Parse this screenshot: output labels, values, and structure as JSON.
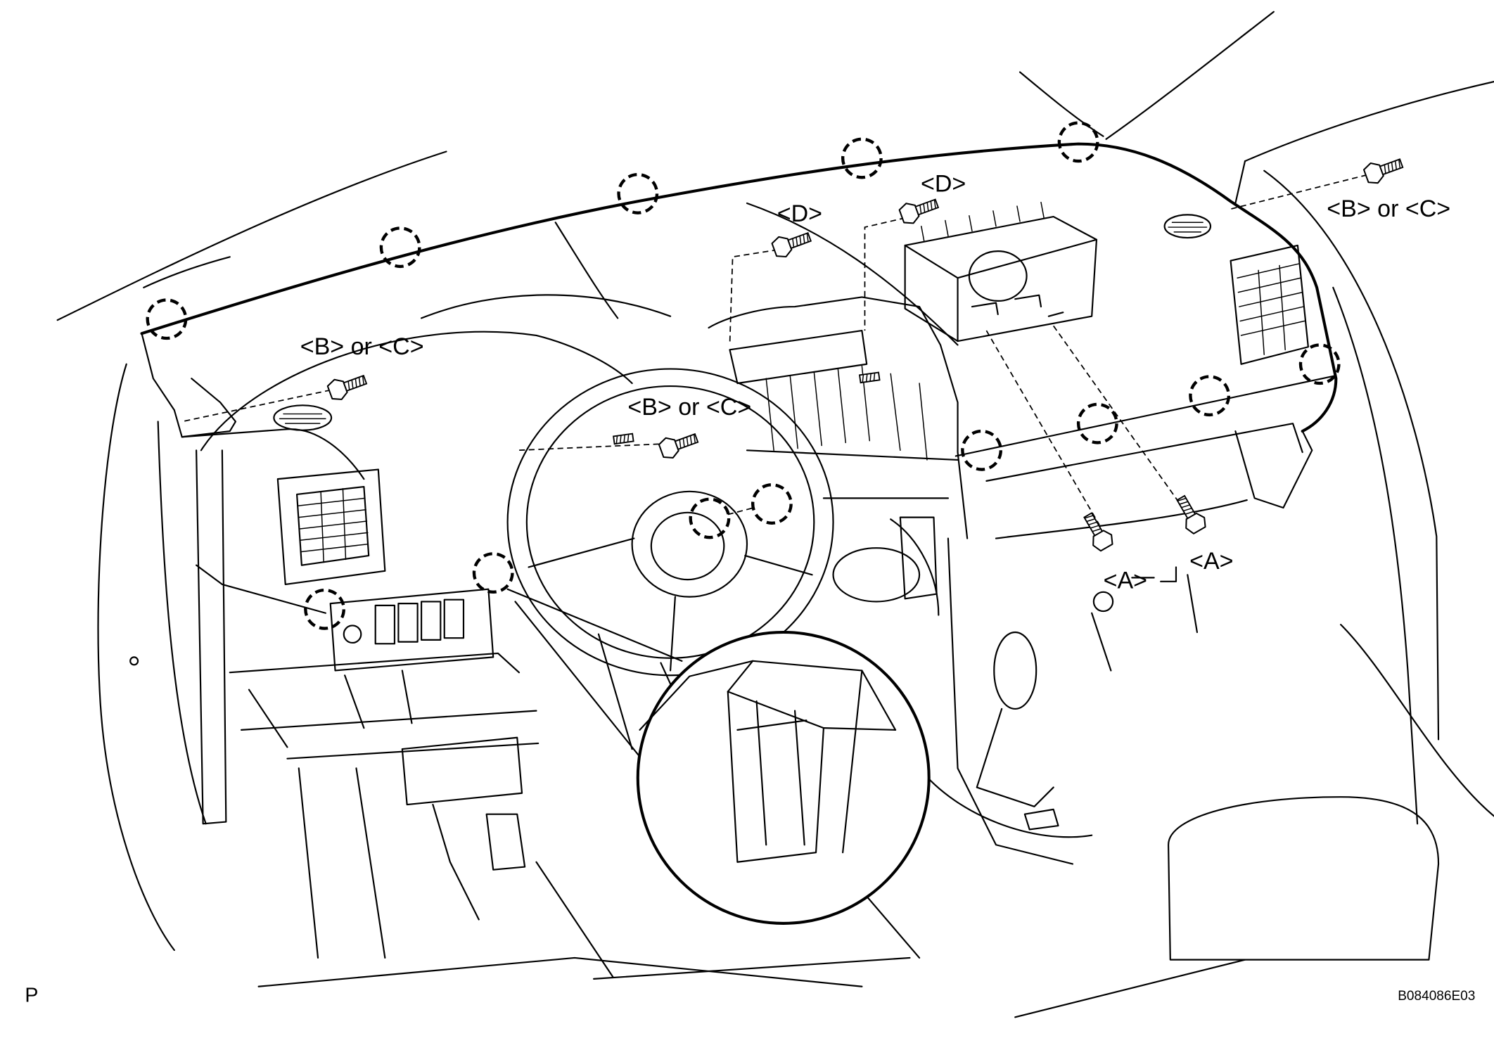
{
  "diagram": {
    "labels": {
      "bc_top_right": "<B> or <C>",
      "d_right": "<D>",
      "d_left": "<D>",
      "bc_left": "<B> or <C>",
      "bc_center": "<B> or <C>",
      "a_left": "<A>",
      "a_right": "<A>"
    },
    "corner_mark": "P",
    "figure_code": "B084086E03"
  }
}
